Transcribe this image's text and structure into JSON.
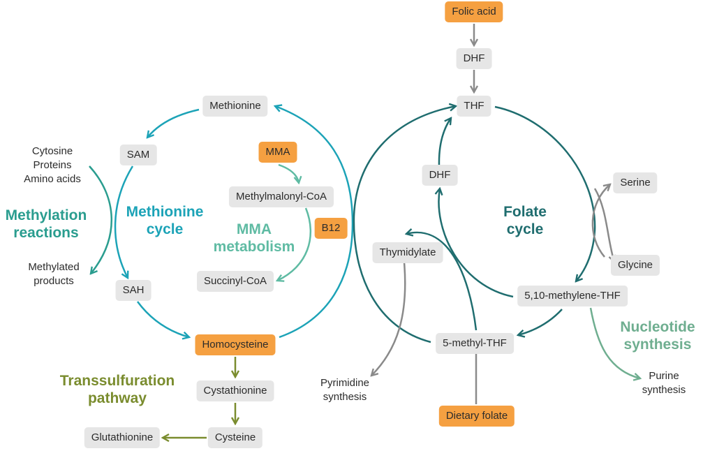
{
  "nodes": {
    "folic_acid": "Folic acid",
    "dhf_top": "DHF",
    "thf": "THF",
    "dhf_mid": "DHF",
    "serine": "Serine",
    "glycine": "Glycine",
    "methylene_thf": "5,10-methylene-THF",
    "methyl_thf": "5-methyl-THF",
    "dietary_folate": "Dietary folate",
    "thymidylate": "Thymidylate",
    "methionine": "Methionine",
    "sam": "SAM",
    "sah": "SAH",
    "homocysteine": "Homocysteine",
    "mma": "MMA",
    "methylmalonyl_coa": "Methylmalonyl-CoA",
    "b12": "B12",
    "succinyl_coa": "Succinyl-CoA",
    "cystathionine": "Cystathionine",
    "cysteine": "Cysteine",
    "glutathione": "Glutathionine"
  },
  "text": {
    "cytosine": "Cytosine",
    "proteins": "Proteins",
    "amino_acids": "Amino acids",
    "methylated": "Methylated",
    "products": "products",
    "pyrimidine": "Pyrimidine",
    "pyr_synthesis": "synthesis",
    "purine": "Purine",
    "pur_synthesis": "synthesis"
  },
  "titles": {
    "methylation_1": "Methylation",
    "methylation_2": "reactions",
    "methionine_1": "Methionine",
    "methionine_2": "cycle",
    "mma_1": "MMA",
    "mma_2": "metabolism",
    "folate_1": "Folate",
    "folate_2": "cycle",
    "nucleotide_1": "Nucleotide",
    "nucleotide_2": "synthesis",
    "trans_1": "Transsulfuration",
    "trans_2": "pathway"
  },
  "colors": {
    "methionine_cycle": "#1ca3b7",
    "folate_cycle": "#1f6d6f",
    "methylation": "#2a9d8f",
    "mma_metabolism": "#5fbba3",
    "nucleotide": "#6fae90",
    "transsulfuration": "#7a8c2e",
    "neutral_arrow": "#8a8a8a",
    "highlight_box": "#f5a041",
    "plain_box": "#e6e6e6"
  }
}
